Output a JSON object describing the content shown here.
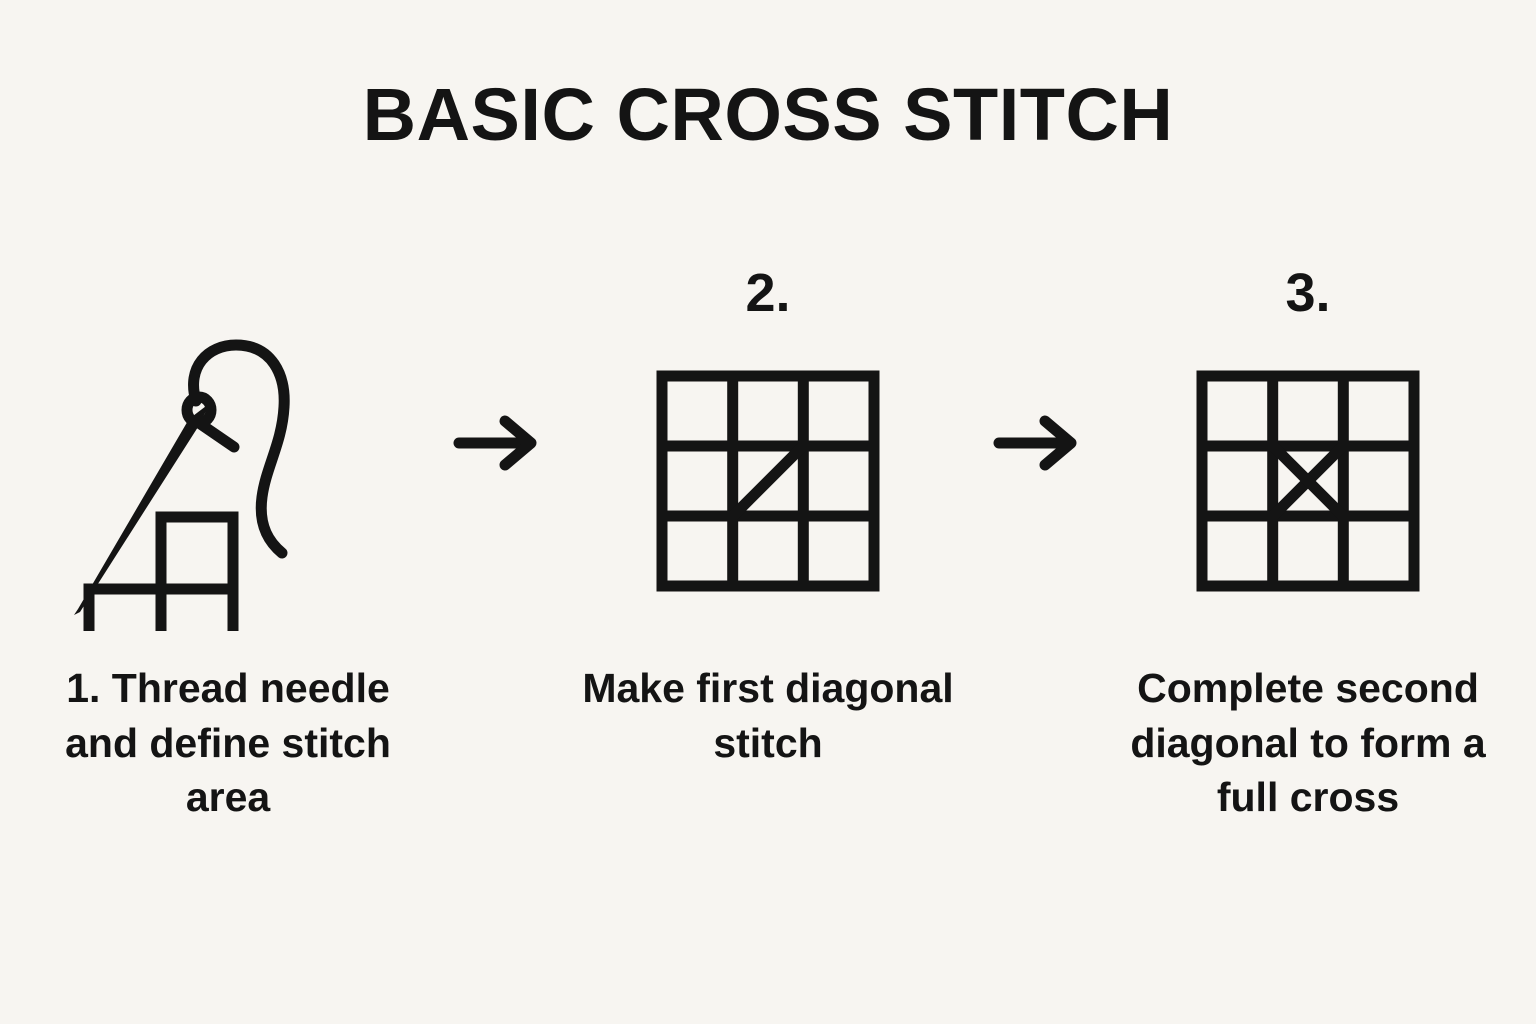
{
  "title": "BASIC CROSS STITCH",
  "colors": {
    "background": "#f7f5f1",
    "ink": "#141414",
    "text": "#1a1a1a"
  },
  "steps": [
    {
      "number": "",
      "number_visible": false,
      "caption": "1. Thread needle and define stitch area",
      "illustration": "needle-thread-and-l-shaped-stitch-area",
      "grid": {
        "type": "partial",
        "filled_cells": [
          "top-right",
          "bottom-left",
          "bottom-right"
        ],
        "diagonals": []
      }
    },
    {
      "number": "2.",
      "number_visible": true,
      "caption": "Make first diagonal stitch",
      "illustration": "three-by-three-grid-with-one-diagonal",
      "grid": {
        "type": "3x3",
        "rows": 3,
        "columns": 3,
        "diagonals": [
          "bottom-left-to-top-right"
        ],
        "diagonal_cell": "center"
      }
    },
    {
      "number": "3.",
      "number_visible": true,
      "caption": "Complete second diagonal to form a full cross",
      "illustration": "three-by-three-grid-with-full-cross",
      "grid": {
        "type": "3x3",
        "rows": 3,
        "columns": 3,
        "diagonals": [
          "bottom-left-to-top-right",
          "top-left-to-bottom-right"
        ],
        "diagonal_cell": "center"
      }
    }
  ],
  "arrows": [
    {
      "name": "arrow-step1-to-step2",
      "direction": "right"
    },
    {
      "name": "arrow-step2-to-step3",
      "direction": "right"
    }
  ]
}
